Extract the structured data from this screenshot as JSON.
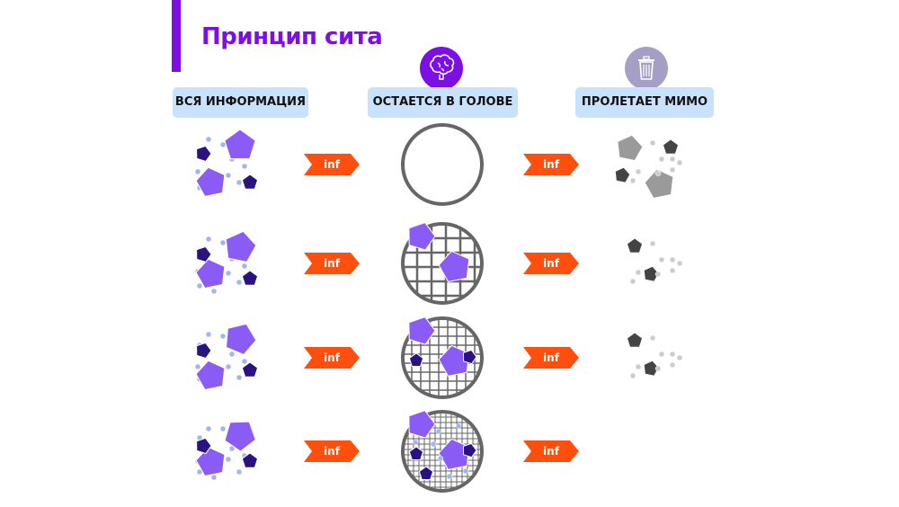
{
  "title": "Принцип сита",
  "headers": {
    "all_info": "ВСЯ ИНФОРМАЦИЯ",
    "stays": "ОСТАЕТСЯ В ГОЛОВЕ",
    "passes": "ПРОЛЕТАЕТ МИМО"
  },
  "icons": {
    "stays": "brain-icon",
    "passes": "trash-icon"
  },
  "arrow_label": "inf",
  "colors": {
    "accent": "#7b0fe6",
    "header_bg": "#c9e2fb",
    "arrow": "#ff4f0f",
    "big_piece": "#8a5cf5",
    "small_piece": "#2a1280",
    "dot": "#9fb7ee",
    "sieve": "#666666",
    "trash_bg": "#a59fc6",
    "grey_big": "#9a9a9a",
    "grey_small": "#444444",
    "grey_dot": "#cccccc"
  },
  "rows": [
    {
      "mesh": "none",
      "arrow1": "inf",
      "arrow2": "inf"
    },
    {
      "mesh": "coarse",
      "arrow1": "inf",
      "arrow2": "inf"
    },
    {
      "mesh": "medium",
      "arrow1": "inf",
      "arrow2": "inf"
    },
    {
      "mesh": "fine",
      "arrow1": "inf",
      "arrow2": "inf"
    }
  ]
}
